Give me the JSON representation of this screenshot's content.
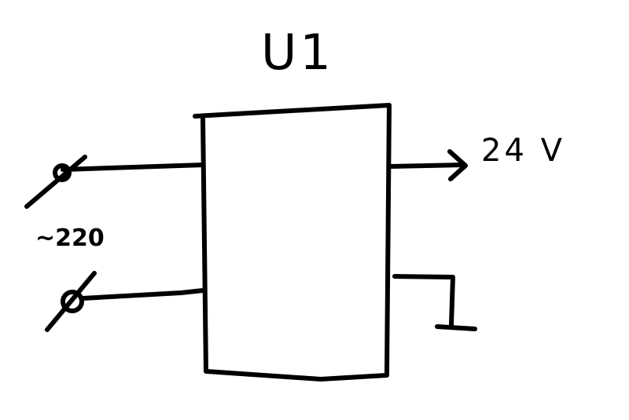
{
  "diagram": {
    "title": "U1",
    "output_voltage": "24 V",
    "input_voltage": "~220"
  },
  "colors": {
    "background": "#ffffff",
    "ink": "#000000"
  }
}
